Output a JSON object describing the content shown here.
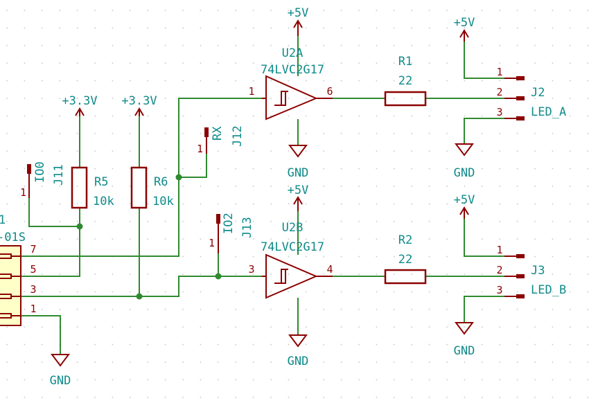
{
  "colors": {
    "wire": "#2f8a2f",
    "junction": "#2f8a2f",
    "symbol": "#8b0000",
    "text": "#0f8a8a",
    "pin_number": "#8b0000",
    "connector_fill": "#ffffc8",
    "grid_dot": "#cfcfcf",
    "background": "#ffffff"
  },
  "icons": [
    "power-arrow-icon",
    "ground-icon",
    "schmitt-buffer-icon",
    "resistor-icon",
    "connector-pin-icon"
  ],
  "power": {
    "p5v_u2a": "+5V",
    "p5v_j2": "+5V",
    "p5v_u2b": "+5V",
    "p5v_j3": "+5V",
    "p33_r5": "+3.3V",
    "p33_r6": "+3.3V"
  },
  "ground": {
    "gnd_u2a": "GND",
    "gnd_j2": "GND",
    "gnd_u2b": "GND",
    "gnd_j3": "GND",
    "gnd_j1": "GND"
  },
  "u2a": {
    "ref": "U2A",
    "value": "74LVC2G17",
    "pin_in": "1",
    "pin_out": "6"
  },
  "u2b": {
    "ref": "U2B",
    "value": "74LVC2G17",
    "pin_in": "3",
    "pin_out": "4"
  },
  "r1": {
    "ref": "R1",
    "value": "22"
  },
  "r2": {
    "ref": "R2",
    "value": "22"
  },
  "r5": {
    "ref": "R5",
    "value": "10k"
  },
  "r6": {
    "ref": "R6",
    "value": "10k"
  },
  "j2": {
    "ref": "J2",
    "value": "LED_A",
    "pins": [
      "1",
      "2",
      "3"
    ]
  },
  "j3": {
    "ref": "J3",
    "value": "LED_B",
    "pins": [
      "1",
      "2",
      "3"
    ]
  },
  "j11": {
    "ref": "J11",
    "value": "IO0",
    "pin": "1"
  },
  "j12": {
    "ref": "J12",
    "value": "RX",
    "pin": "1"
  },
  "j13": {
    "ref": "J13",
    "value": "IO2",
    "pin": "1"
  },
  "j1": {
    "ref_fragment": "1",
    "value_fragment": "-01S",
    "pins": [
      "7",
      "5",
      "3",
      "1"
    ]
  }
}
